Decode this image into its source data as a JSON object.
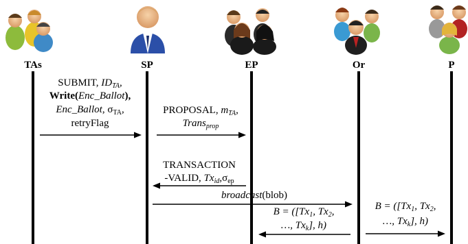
{
  "actors": [
    {
      "id": "tas",
      "label": "TAs"
    },
    {
      "id": "sp",
      "label": "SP"
    },
    {
      "id": "ep",
      "label": "EP"
    },
    {
      "id": "or",
      "label": "Or"
    },
    {
      "id": "p",
      "label": "P"
    }
  ],
  "messages": {
    "submit": {
      "line1": "SUBMIT, ",
      "id_ta": "ID",
      "id_ta_sub": "TA",
      "line1_end": ",",
      "write": "Write",
      "write_paren_open": "(",
      "enc_ballot": "Enc",
      "enc_ballot_u": "Ballot",
      "write_paren_close": "),",
      "enc_ballot2": "Enc",
      "enc_ballot2_u": "Ballot",
      "sigma": ", σ",
      "sigma_sub": "TA",
      "line3_end": ",",
      "retry": "retryFlag"
    },
    "proposal": {
      "label": "PROPOSAL, ",
      "m": "m",
      "m_sub": "TA",
      "comma": ",",
      "trans": "Trans",
      "trans_sub": "prop"
    },
    "transaction_valid": {
      "line1": "TRANSACTION",
      "line2_pre": "-VALID, ",
      "tx": "Tx",
      "tx_sub": "id",
      "sigma": ",σ",
      "sigma_sub": "ep"
    },
    "broadcast": {
      "fn": "broadcast",
      "arg": "(blob)"
    },
    "block_or": {
      "line1": "B = ([Tx",
      "sub1": "1",
      "mid": ", Tx",
      "sub2": "2",
      "end1": ",",
      "line2": "…, Tx",
      "subk": "k",
      "end2": "], h)"
    },
    "block_p": {
      "line1": "B = ([Tx",
      "sub1": "1",
      "mid": ", Tx",
      "sub2": "2",
      "end1": ",",
      "line2": "…, Tx",
      "subk": "k",
      "end2": "], h)"
    }
  }
}
